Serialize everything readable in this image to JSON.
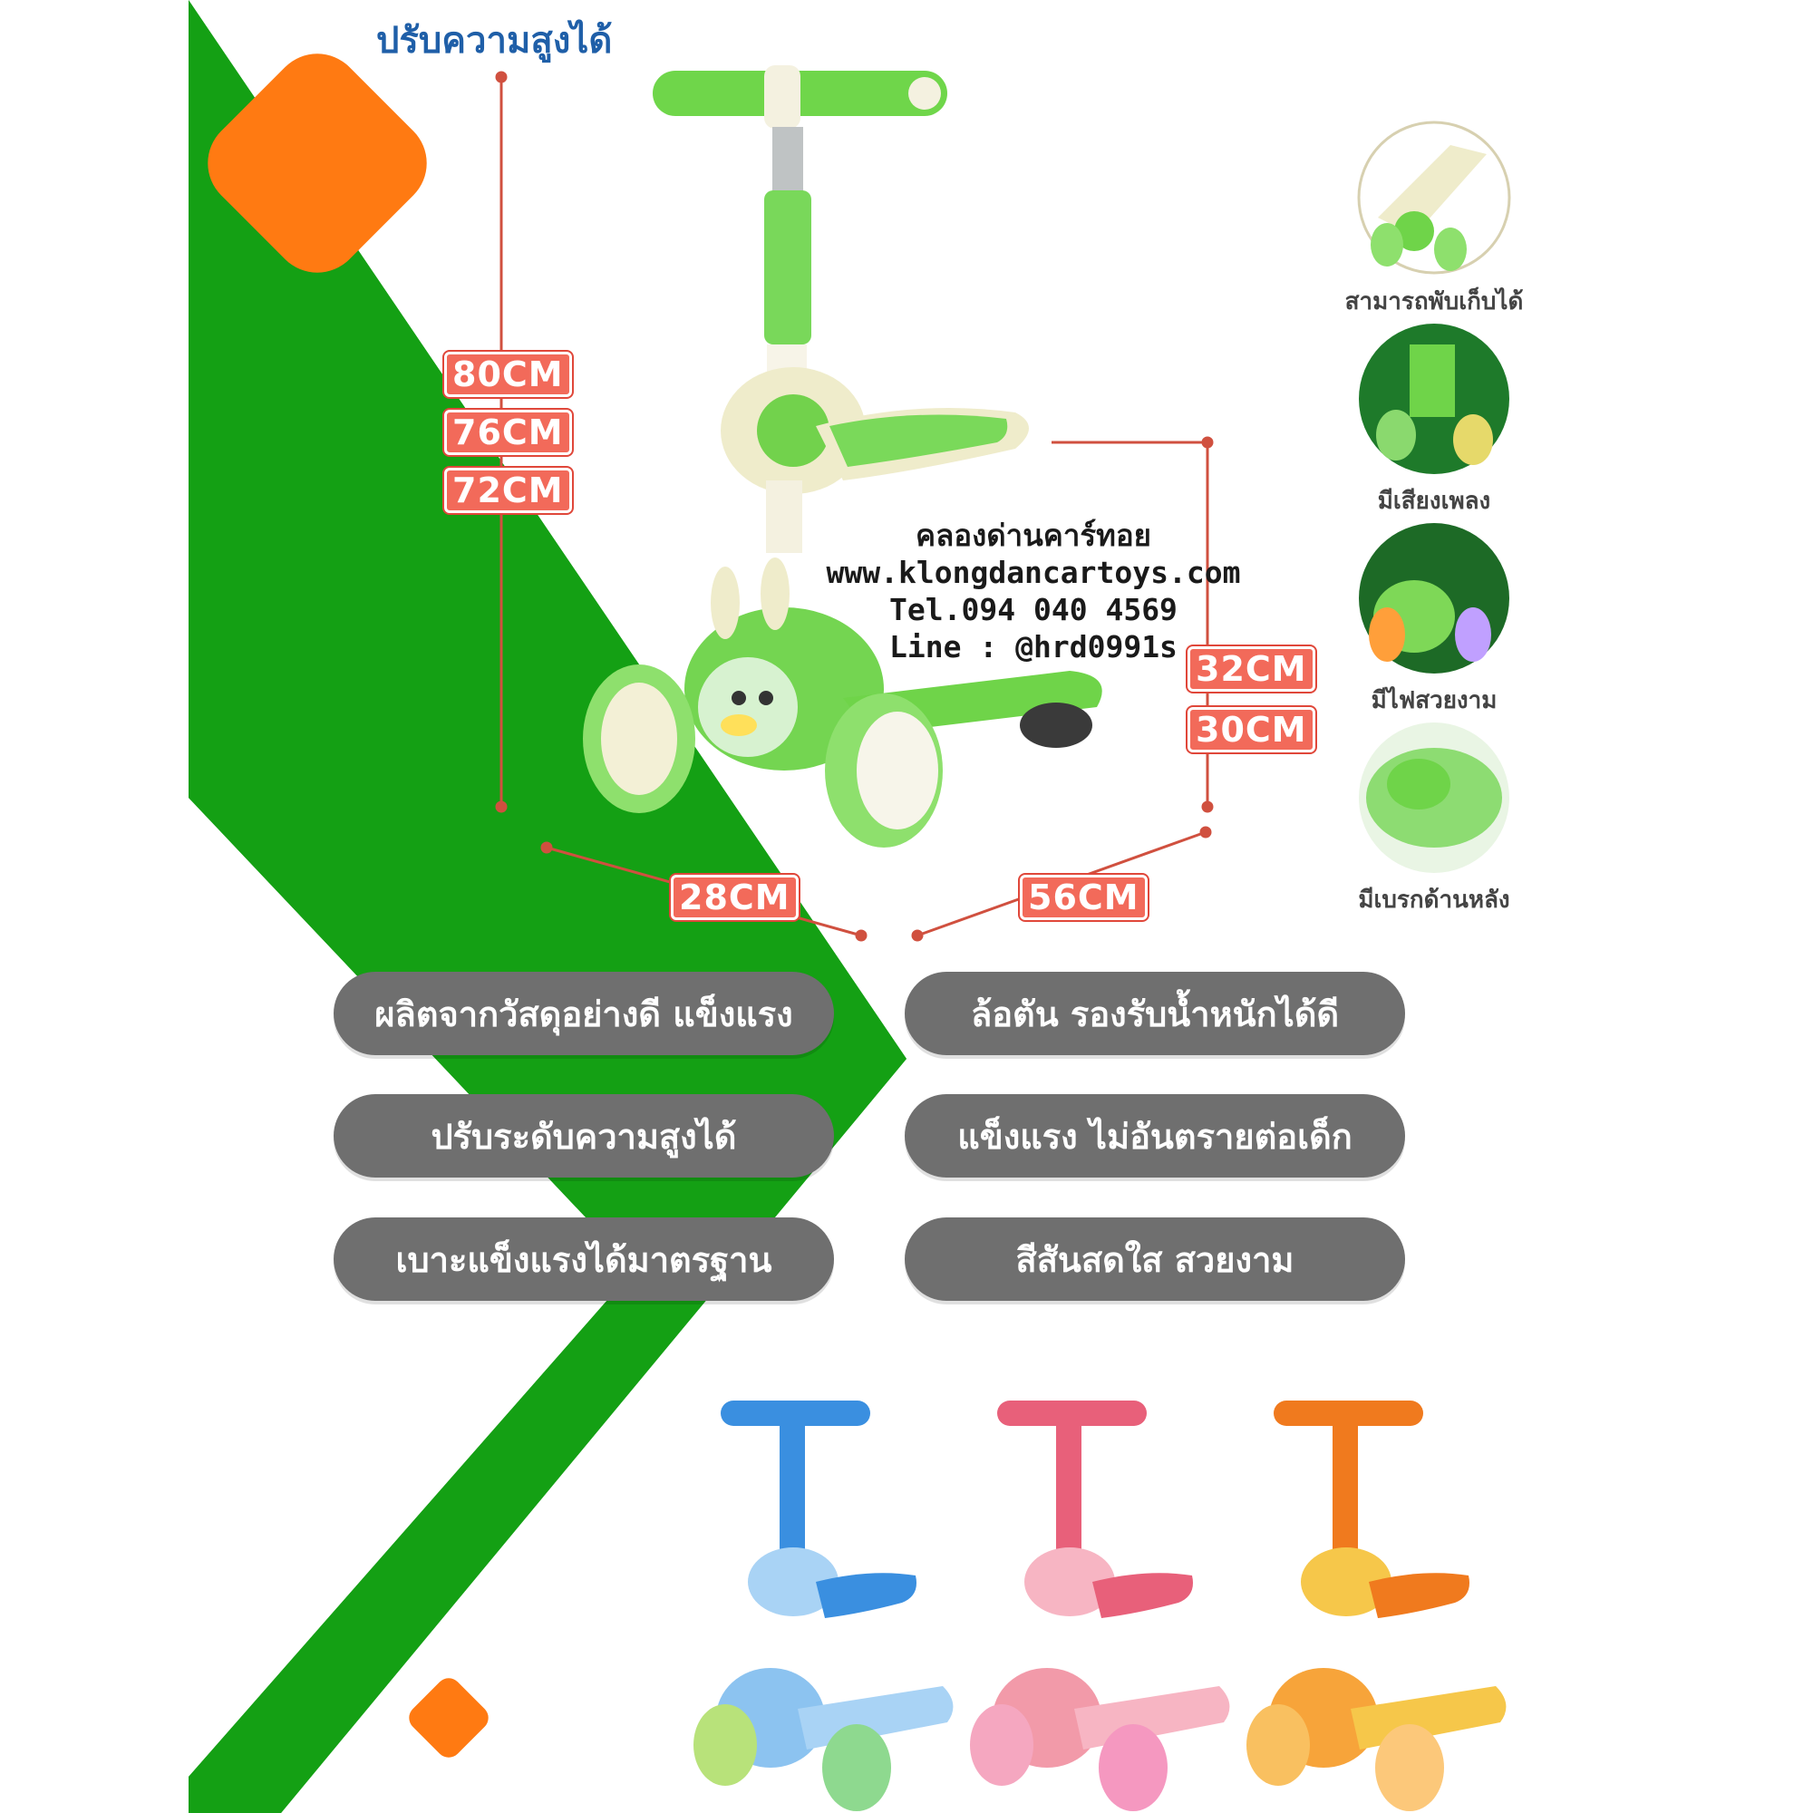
{
  "header": {
    "title": "ปรับความสูงได้"
  },
  "dimensions": {
    "heights": [
      "80CM",
      "76CM",
      "72CM"
    ],
    "seat_heights": [
      "32CM",
      "30CM"
    ],
    "width": "28CM",
    "length": "56CM"
  },
  "shop": {
    "name": "คลองด่านคาร์ทอย",
    "website": "www.klongdancartoys.com",
    "tel": "Tel.094 040 4569",
    "line": "Line : @hrd0991s"
  },
  "features": [
    {
      "label": "สามารถพับเก็บได้",
      "icon": "folded-scooter-icon"
    },
    {
      "label": "มีเสียงเพลง",
      "icon": "music-icon"
    },
    {
      "label": "มีไฟสวยงาม",
      "icon": "light-wheel-icon"
    },
    {
      "label": "มีเบรกด้านหลัง",
      "icon": "rear-brake-icon"
    }
  ],
  "pills": {
    "left": [
      "ผลิตจากวัสดุอย่างดี แข็งแรง",
      "ปรับระดับความสูงได้",
      "เบาะแข็งแรงได้มาตรฐาน"
    ],
    "right": [
      "ล้อตัน รองรับน้ำหนักได้ดี",
      "แข็งแรง ไม่อันตรายต่อเด็ก",
      "สีสันสดใส สวยงาม"
    ]
  },
  "variants": [
    {
      "color_name": "blue",
      "color": "#3a8fe0",
      "light": "#a9d3f5"
    },
    {
      "color_name": "pink",
      "color": "#e8607a",
      "light": "#f7b5c3"
    },
    {
      "color_name": "orange",
      "color": "#f07a1e",
      "light": "#f6c74a"
    }
  ],
  "colors": {
    "green_bg": "#14a014",
    "orange_accent": "#ff7a12",
    "dim_label": "#f26a5a",
    "pill_bg": "#6f6f6f",
    "title": "#1f5fa8",
    "product_green": "#7ddc5a"
  }
}
